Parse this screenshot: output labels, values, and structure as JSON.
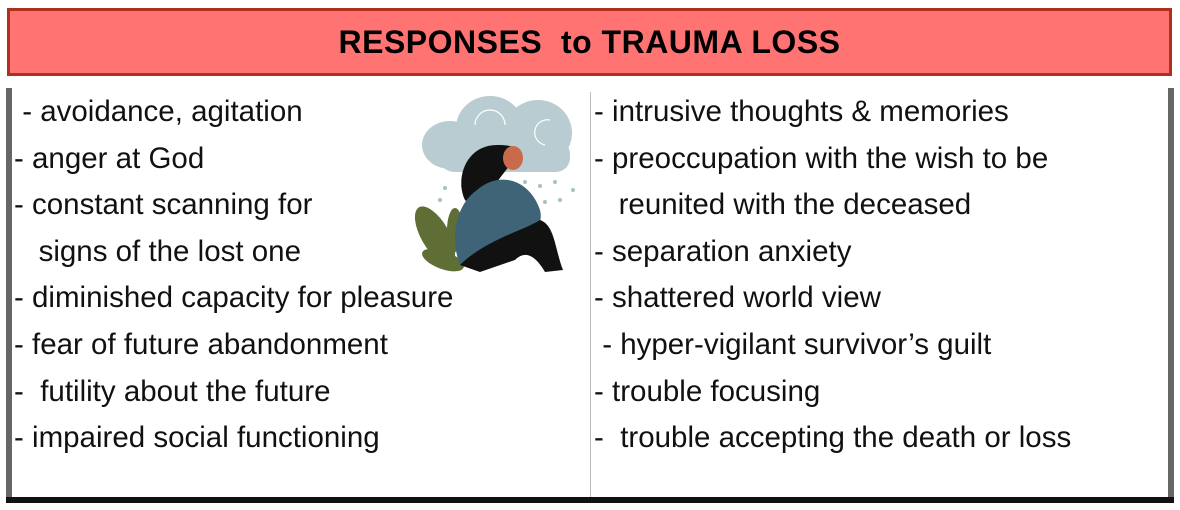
{
  "title": "RESPONSES  to TRAUMA LOSS",
  "left_items": [
    " - avoidance, agitation",
    "- anger at God",
    "- constant scanning for",
    "   signs of the lost one",
    "- diminished capacity for pleasure",
    "- fear of future abandonment",
    "-  futility about the future",
    "- impaired social functioning"
  ],
  "right_items": [
    "- intrusive thoughts & memories",
    "- preoccupation with the wish to be",
    "   reunited with the deceased",
    "- separation anxiety",
    "- shattered world view",
    " - hyper-vigilant survivor’s guilt",
    "- trouble focusing",
    "-  trouble accepting the death or loss"
  ],
  "colors": {
    "title_bg": "#ff7373",
    "title_border": "#b0301f"
  }
}
